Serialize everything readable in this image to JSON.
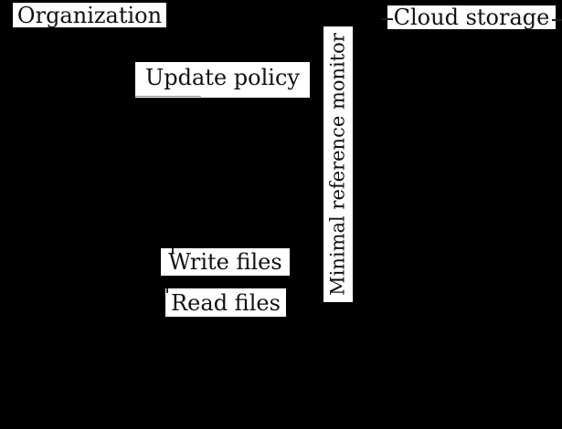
{
  "figure": {
    "type": "diagram",
    "description": "Cloud storage reference monitor diagram on black background",
    "background_color": "#000000",
    "colors": {
      "label_background": "#ffffff",
      "label_text": "#111111",
      "line_stub": "#1c1c1c",
      "underline": "#8a8a8a"
    },
    "nodes": [
      {
        "id": "organization",
        "label": "Organization"
      },
      {
        "id": "cloud-storage",
        "label": "Cloud storage"
      },
      {
        "id": "update-policy",
        "label": "Update policy"
      },
      {
        "id": "reference-monitor",
        "label": "Minimal reference monitor",
        "orientation": "vertical-bottom-to-top"
      },
      {
        "id": "write-files",
        "label": "Write files"
      },
      {
        "id": "read-files",
        "label": "Read files"
      }
    ]
  }
}
